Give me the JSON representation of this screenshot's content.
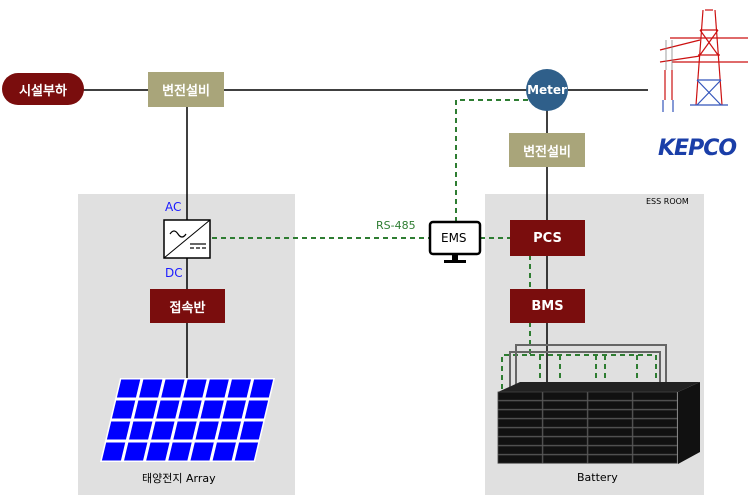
{
  "load": {
    "label": "시설부하"
  },
  "substation_left": {
    "label": "변전설비"
  },
  "substation_right": {
    "label": "변전설비"
  },
  "meter": {
    "label": "Meter"
  },
  "utility": {
    "logo_text": "KEPCO"
  },
  "pv": {
    "ac_label": "AC",
    "dc_label": "DC",
    "junction_box": "접속반",
    "array_label": "태양전지 Array"
  },
  "link": {
    "protocol_label": "RS-485"
  },
  "ems": {
    "label": "EMS"
  },
  "ess": {
    "room_label": "ESS ROOM",
    "pcs": "PCS",
    "bms": "BMS",
    "battery_label": "Battery"
  },
  "colors": {
    "olive": "#a9a57a",
    "maroon": "#7a0d0d",
    "meter": "#2f5f8a",
    "signal": "#2e7d32",
    "ac_dc": "#1a1aff",
    "panel": "#0000ff",
    "room": "#e0e0e0"
  }
}
